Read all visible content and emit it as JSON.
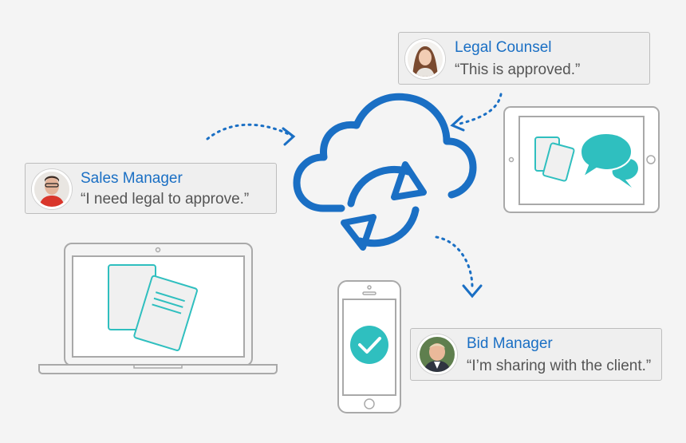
{
  "colors": {
    "background": "#f4f4f4",
    "cloud_blue": "#1a6fc4",
    "role_blue": "#1a6fc4",
    "teal": "#2fbfbf",
    "device_stroke": "#a9a9a9",
    "callout_bg": "#efefef"
  },
  "callouts": [
    {
      "id": "legal",
      "role": "Legal Counsel",
      "quote": "“This is approved.”",
      "avatar_icon": "woman-portrait"
    },
    {
      "id": "sales",
      "role": "Sales Manager",
      "quote": "“I need legal to approve.”",
      "avatar_icon": "man-portrait"
    },
    {
      "id": "bid",
      "role": "Bid Manager",
      "quote": "“I’m sharing with the client.”",
      "avatar_icon": "man-portrait"
    }
  ],
  "icons": {
    "cloud": "cloud-sync-icon",
    "laptop": "laptop-icon",
    "tablet": "tablet-icon",
    "phone": "smartphone-icon",
    "documents": "documents-icon",
    "chat": "chat-bubbles-icon",
    "check": "checkmark-icon",
    "arrows": "dotted-arrow-icon"
  }
}
